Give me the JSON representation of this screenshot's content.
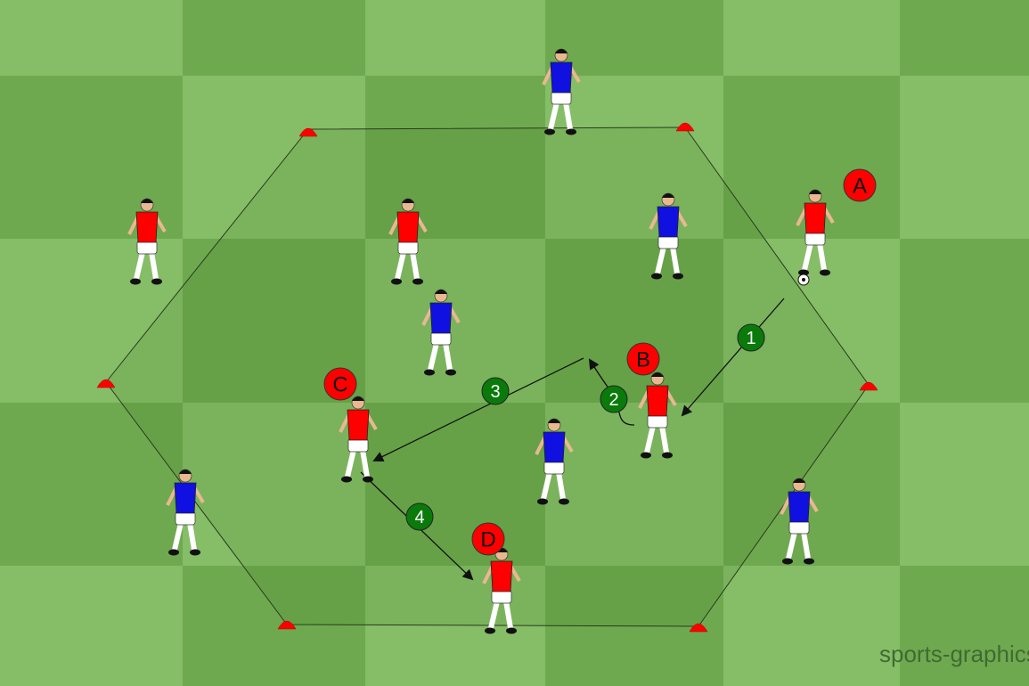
{
  "watermark": "sports-graphics",
  "colors": {
    "field_light": "#86bd67",
    "field_dark": "#6fa94f",
    "team_red": "#ff0000",
    "team_blue": "#1010e0",
    "step_badge": "#0a7a0a",
    "cone": "#ff0000"
  },
  "player_labels": [
    "A",
    "B",
    "C",
    "D"
  ],
  "steps": [
    "1",
    "2",
    "3",
    "4"
  ]
}
